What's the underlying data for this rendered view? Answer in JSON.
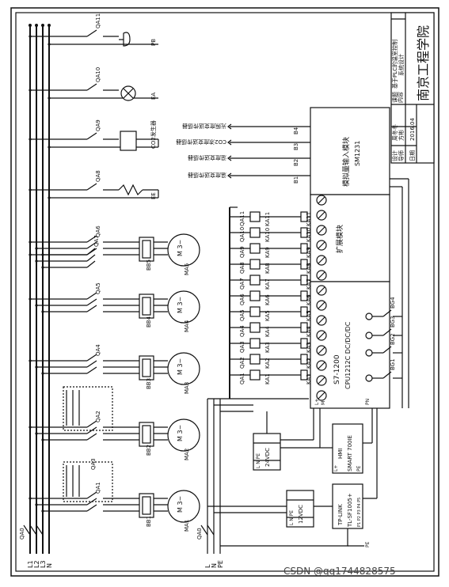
{
  "title_block": {
    "topic_a": "课题",
    "topic_b": "内容",
    "topic_text_1": "基于PLC的温室控制",
    "topic_text_2": "系统设计",
    "school": "南京工程学院",
    "design_label": "设计",
    "design_name": "周冬冬",
    "guide_label": "导师",
    "guide_name": "方彬",
    "date_label": "日期",
    "date_value": "2016.04"
  },
  "bus_labels": [
    "L1",
    "L2",
    "L3",
    "N"
  ],
  "bus2_labels": [
    "L",
    "N",
    "PE"
  ],
  "breakers": {
    "main": "QA0",
    "main2": "QA0"
  },
  "motors": [
    {
      "qa": "QA1",
      "bb": "BB1",
      "ma": "MA1",
      "sym": "M 3~"
    },
    {
      "qa": "QA2",
      "bb": "BB2",
      "ma": "MA2",
      "sym": "M 3~"
    },
    {
      "qa": "QA4",
      "bb": "BB3",
      "ma": "MA3",
      "sym": "M 3~"
    },
    {
      "qa": "QA5",
      "bb": "BB4",
      "ma": "MA4",
      "sym": "M 3~"
    },
    {
      "qa": "QA6",
      "bb": "BB5",
      "ma": "MA5",
      "sym": "M 3~"
    }
  ],
  "qa3_label": "QA3",
  "loads": [
    {
      "qa": "QA8",
      "name": "EE"
    },
    {
      "qa": "QA9",
      "name": "CO2发生器"
    },
    {
      "qa": "QA10",
      "name": "EA"
    },
    {
      "qa": "QA11",
      "name": "PB"
    }
  ],
  "qa7_label": "QA7",
  "sensors": [
    {
      "b": "B1",
      "name": "温度变送传感器"
    },
    {
      "b": "B2",
      "name": "湿度变送传感器"
    },
    {
      "b": "B3",
      "name": "CO2浓度变送传感器"
    },
    {
      "b": "B4",
      "name": "光照度变送传感器"
    }
  ],
  "analog_module": {
    "name": "模拟量输入模块",
    "model": "SM1231"
  },
  "expansion_module": {
    "name": "扩展模块"
  },
  "cpu": {
    "name": "S7-1200",
    "model": "CPU1212C DC/DC/DC"
  },
  "relays": [
    "KA1",
    "KA2",
    "KA3",
    "KA4",
    "KA5",
    "KA6",
    "KA7",
    "KA8",
    "KA9",
    "KA10",
    "KA11"
  ],
  "relay_qa": [
    "QA1",
    "QA2",
    "QA3",
    "QA4",
    "QA5",
    "QA6",
    "QA7",
    "QA8",
    "QA9",
    "QA10",
    "QA11"
  ],
  "inputs": [
    {
      "name": "BG1"
    },
    {
      "name": "BG2"
    },
    {
      "name": "BG3"
    },
    {
      "name": "BG4"
    }
  ],
  "psu24": {
    "label": "24VDC",
    "io": "L N PE"
  },
  "psu12": {
    "label": "12VDC",
    "io": "L N PE"
  },
  "hmi": {
    "line1": "HMI",
    "line2": "SMART 700IE",
    "pin_l": "L+",
    "pin_m": "M",
    "pin_pe": "PE"
  },
  "tp": {
    "line1": "TP-LINK",
    "line2": "TL-SF1005+",
    "pins": "P1 P2 P3 P4 P5"
  },
  "misc": {
    "pe": "PE",
    "pn": "PN",
    "lplus": "L+",
    "m": "M"
  },
  "watermark": "CSDN @qq1744828575"
}
